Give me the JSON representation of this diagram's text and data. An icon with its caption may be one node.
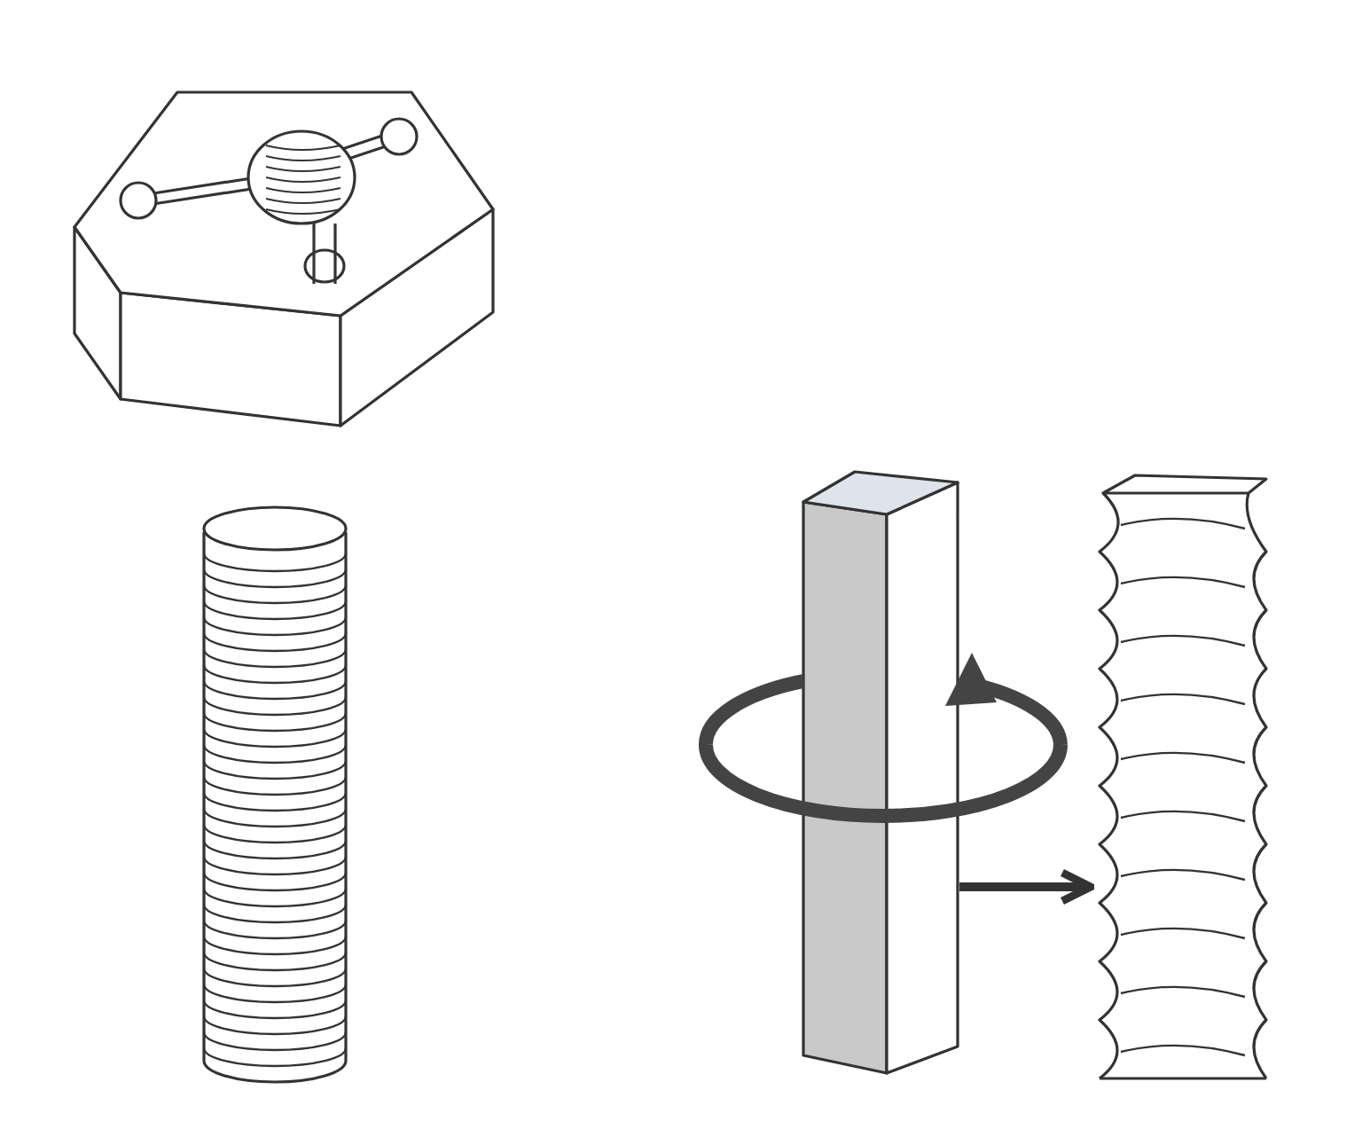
{
  "diagram": {
    "nodes": [
      {
        "text": [],
        "shape": "picture"
      },
      {
        "text": [],
        "shape": "picture"
      },
      {
        "text": [],
        "shape": "bar"
      },
      {
        "text": [],
        "shape": "picture"
      }
    ],
    "edges": [
      {
        "from": 2,
        "to": 3,
        "arrow": "to"
      }
    ]
  }
}
